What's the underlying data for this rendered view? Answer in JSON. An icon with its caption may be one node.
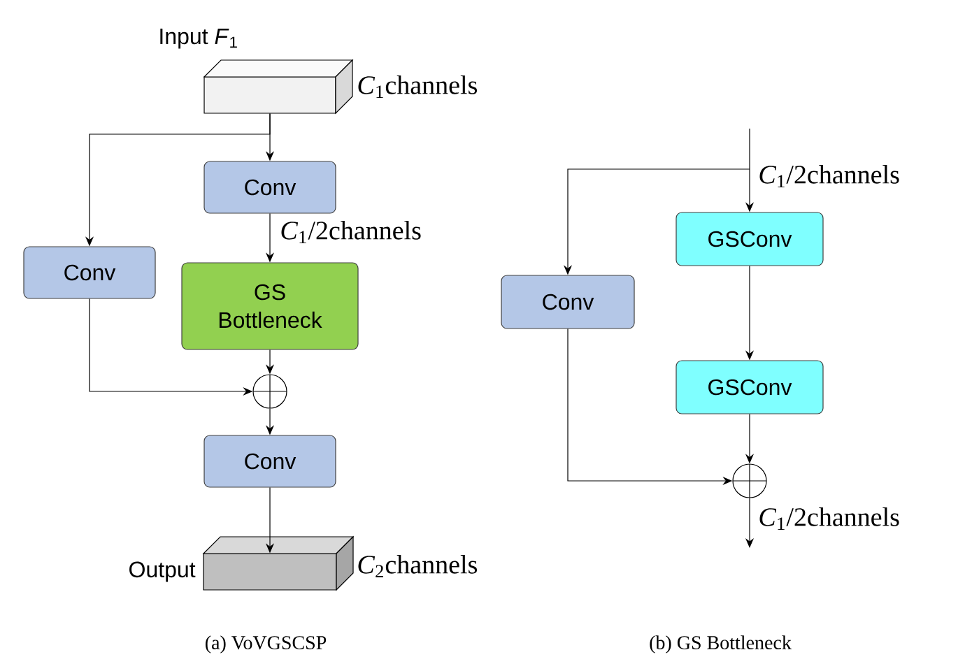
{
  "diagram": {
    "nodes": [
      {
        "text": [
          "Input *F*$_{1}$"
        ],
        "beside": [
          "*C*$_{1}$channels"
        ]
      },
      {
        "text": [
          "Conv"
        ]
      },
      {
        "text": [
          "Conv"
        ]
      },
      {
        "text": [
          "GS Bottleneck"
        ]
      },
      {
        "text": [],
        "shape": "circle"
      },
      {
        "text": [
          "Conv"
        ]
      },
      {
        "text": [
          "Output"
        ],
        "beside": [
          "*C*$_{2}$channels"
        ]
      },
      {
        "text": [
          "GSConv"
        ]
      },
      {
        "text": [
          "Conv"
        ]
      },
      {
        "text": [
          "GSConv"
        ]
      },
      {
        "text": [],
        "shape": "circle"
      }
    ],
    "edges": [
      {
        "from": 0,
        "to": 1,
        "arrow": "to"
      },
      {
        "from": 0,
        "to": 2,
        "arrow": "to"
      },
      {
        "from": 1,
        "to": 3,
        "arrow": "to",
        "label": "*C*$_{1}$/2channels"
      },
      {
        "from": 2,
        "to": 4,
        "arrow": "to"
      },
      {
        "from": 3,
        "to": 4,
        "arrow": "to"
      },
      {
        "from": 4,
        "to": 5,
        "arrow": "to"
      },
      {
        "from": 5,
        "to": 6,
        "arrow": "to"
      },
      {
        "from": null,
        "to": 7,
        "arrow": "to",
        "label": "*C*$_{1}$/2channels"
      },
      {
        "from": null,
        "to": 8,
        "arrow": "to"
      },
      {
        "from": 7,
        "to": 9,
        "arrow": "to"
      },
      {
        "from": 8,
        "to": 10,
        "arrow": "to"
      },
      {
        "from": 9,
        "to": 10,
        "arrow": "to"
      },
      {
        "from": 10,
        "to": null,
        "arrow": "to",
        "label": "*C*$_{1}$/2channels"
      }
    ],
    "labels": [
      "(a) VoVGSCSP",
      "(b) GS Bottleneck"
    ]
  }
}
